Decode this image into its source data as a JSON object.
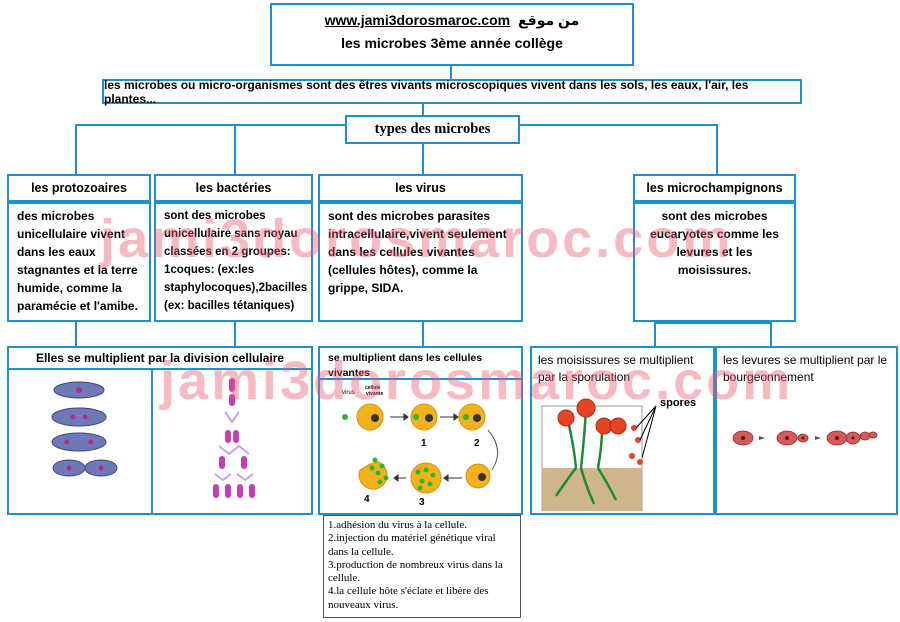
{
  "header": {
    "site": "www.jami3dorosmaroc.com",
    "site_prefix": "من موقع",
    "title": "les microbes 3ème année collège"
  },
  "definition": "les microbes ou micro-organismes sont des êtres vivants microscopiques vivent dans les sols, les eaux, l'air, les plantes...",
  "types_title": "types des microbes",
  "types": [
    {
      "name": "les protozoaires",
      "description": "des microbes unicellulaire vivent dans les eaux stagnantes et la terre humide, comme la paramécie et l'amibe."
    },
    {
      "name": "les bactéries",
      "description": "sont des microbes unicellulaire sans noyau classées en 2 groupes: 1coques: (ex:les staphylocoques),2bacilles (ex: bacilles tétaniques)"
    },
    {
      "name": "les virus",
      "description": "sont des microbes parasites intracellulaire,vivent seulement dans les cellules vivantes (cellules hôtes), comme la grippe, SIDA."
    },
    {
      "name": "les microchampignons",
      "description": "sont des microbes eucaryotes comme les levures et les moisissures."
    }
  ],
  "multiplication": {
    "cell_division": "Elles se multiplient par la division cellulaire",
    "virus_title": "se multiplient dans les cellules vivantes",
    "virus_labels": {
      "virus": "virus",
      "cell_line1": "cellule",
      "cell_line2": "vivante",
      "n1": "1",
      "n2": "2",
      "n3": "3",
      "n4": "4"
    },
    "moisissures": "les moisissures se multiplient par la sporulation",
    "spores_label": "spores",
    "levures": "les levures se multiplient par le bourgeonnement"
  },
  "virus_steps": [
    "1.adhésion du virus à la cellule.",
    "2.injection du matériel génétique viral dans la cellule.",
    "3.production de nombreux virus dans la cellule.",
    "4.la cellule hôte s'éclate et libère des nouveaux virus."
  ],
  "watermark": "jami3dorosmaroc.com",
  "colors": {
    "border": "#1f8fd0",
    "watermark": "#ee5a6e",
    "cell_yellow": "#f2b21c",
    "virus_green": "#2db52d",
    "mold_red": "#e54525",
    "yeast_red": "#d55a5a",
    "protozoa_blue": "#6f79b8",
    "bacteria_purple": "#c43fb6"
  }
}
